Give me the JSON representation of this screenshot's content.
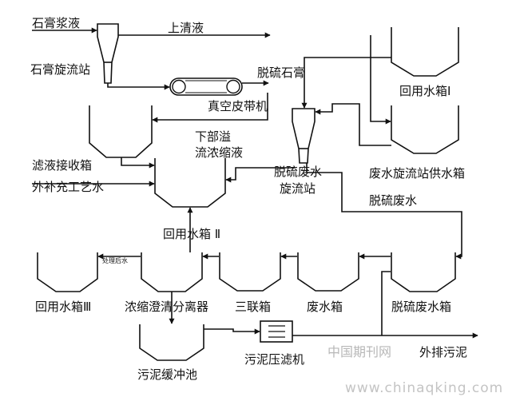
{
  "labels": {
    "gypsum_slurry": "石膏浆液",
    "supernatant": "上清液",
    "gypsum_cyclone_station": "石膏旋流站",
    "desulfurization_gypsum": "脱硫石膏",
    "vacuum_belt_filter": "真空皮带机",
    "return_tank_1": "回用水箱Ⅰ",
    "lower_overflow_line1": "下部溢",
    "lower_overflow_line2": "流浓缩液",
    "filtrate_tank": "滤液接收箱",
    "makeup_water": "外补充工艺水",
    "ww_cyclone_line1": "脱硫废水",
    "ww_cyclone_line2": "旋流站",
    "ww_cyclone_feed_tank": "废水旋流站供水箱",
    "desulfurization_wastewater": "脱硫废水",
    "return_tank_2": "回用水箱 Ⅱ",
    "treated_water": "处理后水",
    "return_tank_3": "回用水箱Ⅲ",
    "clarifier": "浓缩澄清分离器",
    "triple_tank": "三联箱",
    "wastewater_tank": "废水箱",
    "ww_tank": "脱硫废水箱",
    "sludge_buffer_tank": "污泥缓冲池",
    "sludge_filter_press": "污泥压滤机",
    "sludge_discharge": "外排污泥"
  },
  "watermark": {
    "site_name": "中国期刊网",
    "url": "www.chinaqking.com"
  }
}
